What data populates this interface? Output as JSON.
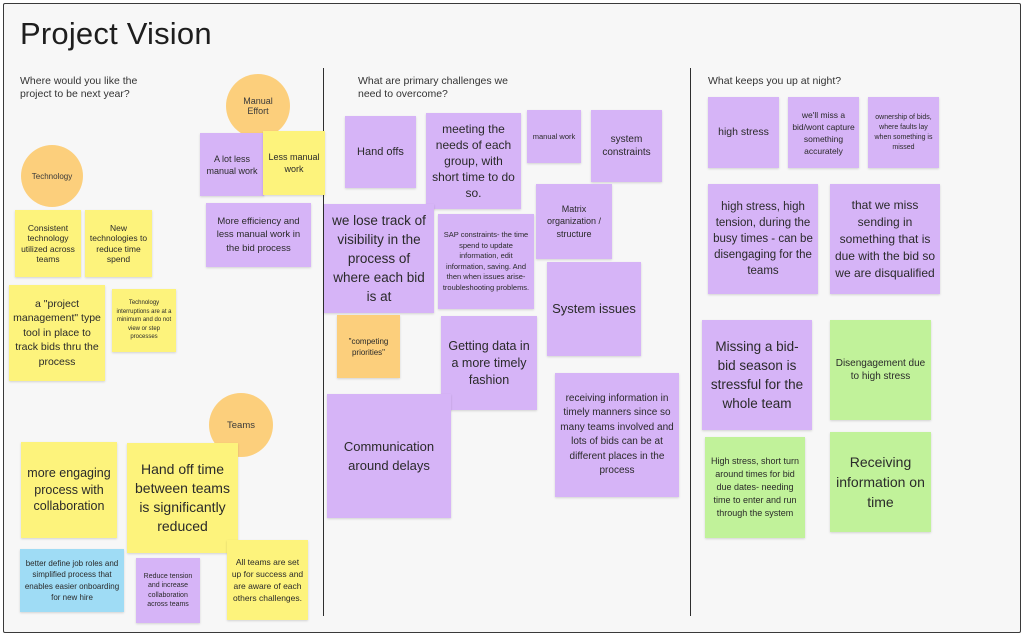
{
  "board": {
    "title": "Project Vision",
    "questions": [
      "Where would you like the project to be next year?",
      "What are primary challenges we need to overcome?",
      "What keeps you up at night?"
    ]
  },
  "labels": {
    "technology": "Technology",
    "manual_effort": "Manual Effort",
    "teams": "Teams"
  },
  "colors": {
    "yellow": "#fdf37c",
    "purple": "#d6b4f7",
    "orange": "#fccf7c",
    "blue": "#9fdcf5",
    "green": "#c1f29a"
  },
  "notes": {
    "tech_consistent": "Consistent technology utilized across teams",
    "tech_new": "New technologies to reduce time spend",
    "tech_pm_tool": "a \"project management\" type tool in place to track bids thru the process",
    "tech_interruptions": "Technology interruptions are at a minimum and do not view or step processes",
    "manual_less_1": "A lot less manual work",
    "manual_less_2": "Less manual work",
    "manual_efficiency": "More efficiency and less manual work in the bid process",
    "teams_engaging": "more engaging process with collaboration",
    "teams_handoff": "Hand off time between teams is significantly reduced",
    "teams_roles": "better define job roles and simplified process that enables easier onboarding for new hire",
    "teams_tension": "Reduce tension and increase collaboration across teams",
    "teams_success": "All teams are set up for success and are aware of each others challenges.",
    "ch_handoffs": "Hand offs",
    "ch_meeting_needs": "meeting the needs of each group, with short time to do so.",
    "ch_manual_work": "manual work",
    "ch_system_constraints": "system constraints",
    "ch_matrix": "Matrix organization / structure",
    "ch_lose_track": "we lose track of visibility in the process of where each bid is at",
    "ch_sap": "SAP constraints- the time spend to update information, edit information, saving. And then when issues arise- troubleshooting problems.",
    "ch_system_issues": "System issues",
    "ch_competing": "\"competing priorities\"",
    "ch_getting_data": "Getting data in a more timely fashion",
    "ch_receiving_info": "receiving information in timely manners since so many teams involved and lots of bids can be at different places in the process",
    "ch_communication": "Communication around delays",
    "night_high_stress": "high stress",
    "night_miss_bid": "we'll miss a bid/wont capture something accurately",
    "night_ownership": "ownership of bids, where faults lay when something is missed",
    "night_high_tension": "high stress, high tension, during the busy times - can be disengaging for the teams",
    "night_disqualified": "that we miss sending in something that is due with the bid so we are disqualified",
    "night_missing_bid": "Missing a bid- bid season is stressful for the whole team",
    "night_disengagement": "Disengagement due to high stress",
    "night_turnaround": "High stress, short turn around times for bid due dates- needing time to enter and run through the system",
    "night_receiving_info": "Receiving information on time"
  }
}
